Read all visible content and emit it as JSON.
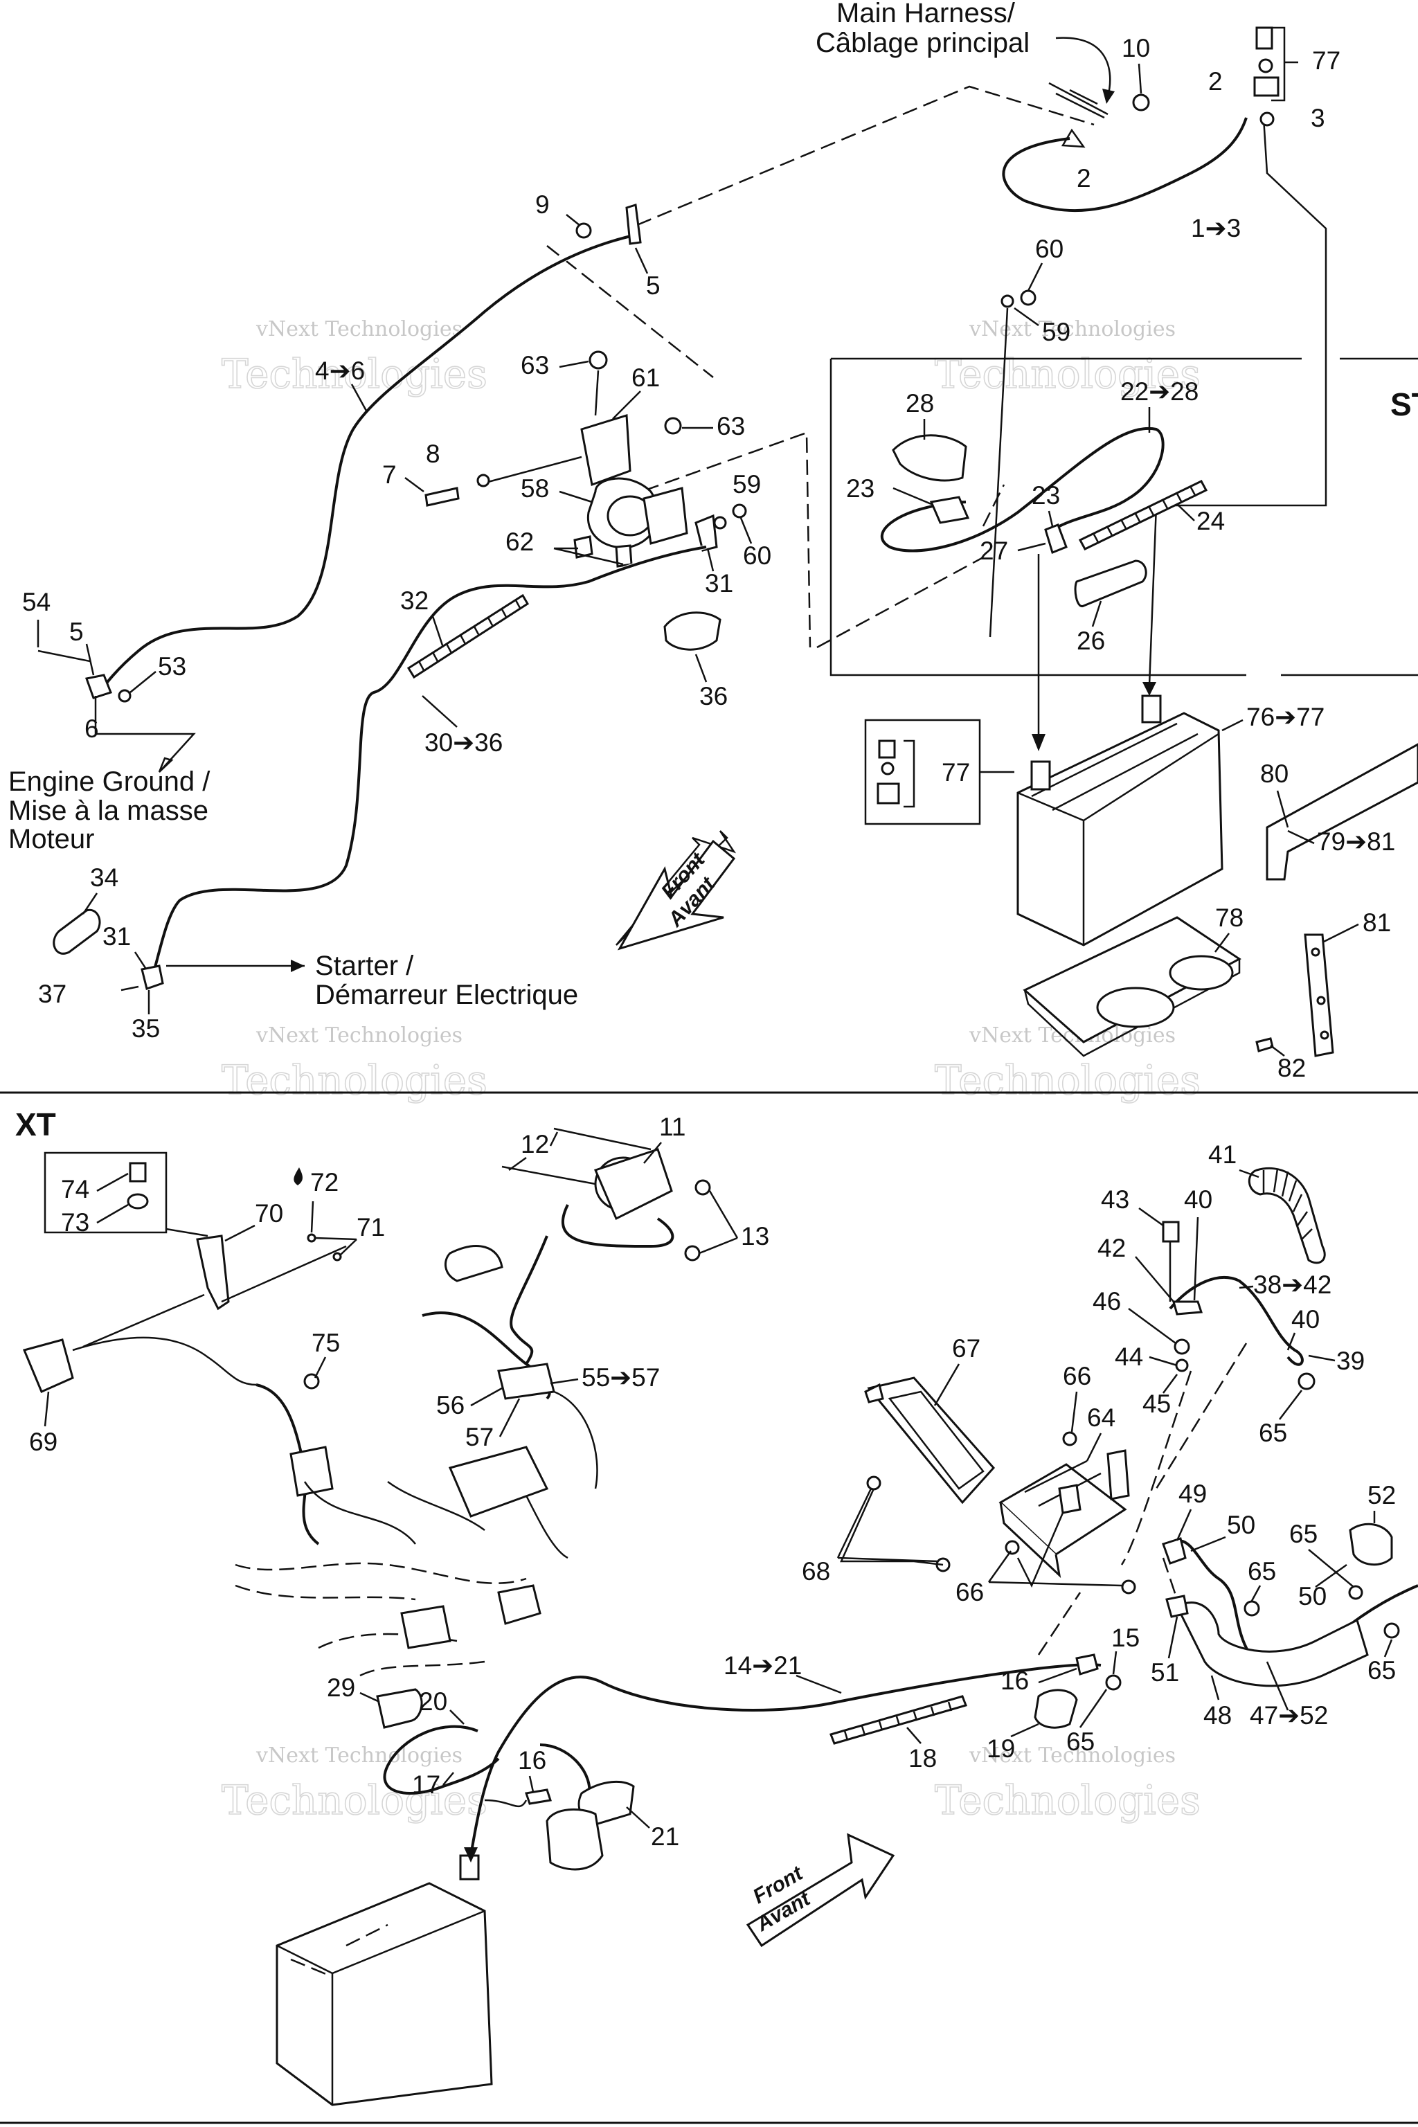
{
  "sections": {
    "xt": "XT",
    "st_partial": "ST"
  },
  "annotations": {
    "main_harness_en": "Main Harness/",
    "main_harness_fr": "Câblage principal",
    "engine_ground_1": "Engine Ground /",
    "engine_ground_2": "Mise à la masse",
    "engine_ground_3": "Moteur",
    "starter_1": "Starter /",
    "starter_2": "Démarreur Electrique",
    "front_1": "Front",
    "front_2": "Avant",
    "front_b_1": "Front",
    "front_b_2": "Avant"
  },
  "watermark": {
    "line1": "vNext Technologies",
    "line2": "Technologies"
  },
  "callouts": {
    "c2a": "2",
    "c2b": "2",
    "c3": "3",
    "c1_3": "1➔3",
    "c10": "10",
    "c77a": "77",
    "c9": "9",
    "c5a": "5",
    "c4_6": "4➔6",
    "c63a": "63",
    "c61": "61",
    "c63b": "63",
    "c8": "8",
    "c7": "7",
    "c58": "58",
    "c59a": "59",
    "c60a": "60",
    "c62": "62",
    "c31a": "31",
    "c32": "32",
    "c54": "54",
    "c5b": "5",
    "c53": "53",
    "c6": "6",
    "c30_36": "30➔36",
    "c36": "36",
    "c34": "34",
    "c31b": "31",
    "c37": "37",
    "c35": "35",
    "c60b": "60",
    "c59b": "59",
    "c28": "28",
    "c22_28": "22➔28",
    "c23a": "23",
    "c23b": "23",
    "c24": "24",
    "c27": "27",
    "c26": "26",
    "c76_77": "76➔77",
    "c77b": "77",
    "c80": "80",
    "c79_81": "79➔81",
    "c81": "81",
    "c78": "78",
    "c82": "82",
    "c11": "11",
    "c12": "12",
    "c13": "13",
    "c74": "74",
    "c73": "73",
    "c72": "72",
    "c70": "70",
    "c71": "71",
    "c69": "69",
    "c75": "75",
    "c56": "56",
    "c55_57": "55➔57",
    "c57": "57",
    "c41": "41",
    "c43": "43",
    "c40a": "40",
    "c42": "42",
    "c38_42": "38➔42",
    "c46": "46",
    "c40b": "40",
    "c44": "44",
    "c39": "39",
    "c45": "45",
    "c65a": "65",
    "c67": "67",
    "c66a": "66",
    "c64": "64",
    "c49": "49",
    "c50a": "50",
    "c52": "52",
    "c65b": "65",
    "c65c": "65",
    "c50b": "50",
    "c68": "68",
    "c66b": "66",
    "c15": "15",
    "c51": "51",
    "c65d": "65",
    "c14_21": "14➔21",
    "c16a": "16",
    "c48": "48",
    "c47_52": "47➔52",
    "c29": "29",
    "c20": "20",
    "c18": "18",
    "c19": "19",
    "c65e": "65",
    "c17": "17",
    "c16b": "16",
    "c21": "21"
  }
}
